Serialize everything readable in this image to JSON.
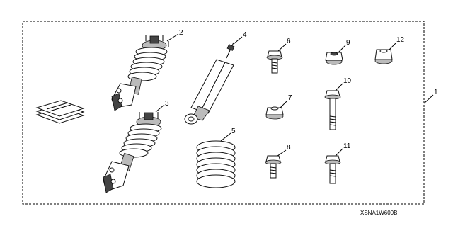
{
  "diagram": {
    "callouts": [
      "1",
      "2",
      "3",
      "4",
      "5",
      "6",
      "7",
      "8",
      "9",
      "10",
      "11",
      "12"
    ],
    "code": "XSNA1W600B"
  }
}
